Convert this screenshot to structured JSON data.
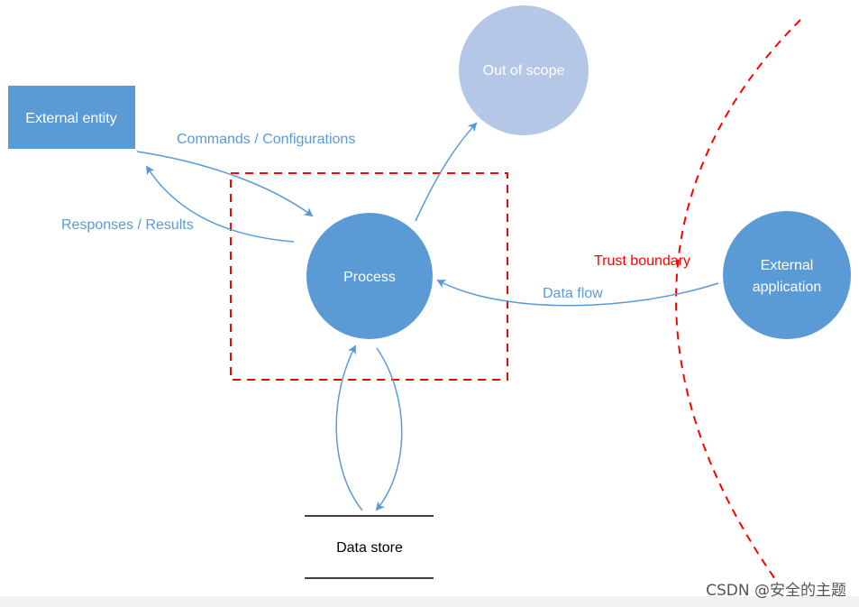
{
  "diagram": {
    "external_entity": "External entity",
    "out_of_scope": "Out of scope",
    "process": "Process",
    "external_application_line1": "External",
    "external_application_line2": "application",
    "data_store": "Data store",
    "commands_label": "Commands / Configurations",
    "responses_label": "Responses / Results",
    "data_flow_label": "Data flow",
    "trust_boundary_label": "Trust boundary"
  },
  "watermark": "CSDN @安全的主题",
  "colors": {
    "entity_fill": "#5b9bd5",
    "out_of_scope_fill": "#b4c7e7",
    "flow": "#5b9bd5",
    "trust_boundary": "#ff0000"
  }
}
